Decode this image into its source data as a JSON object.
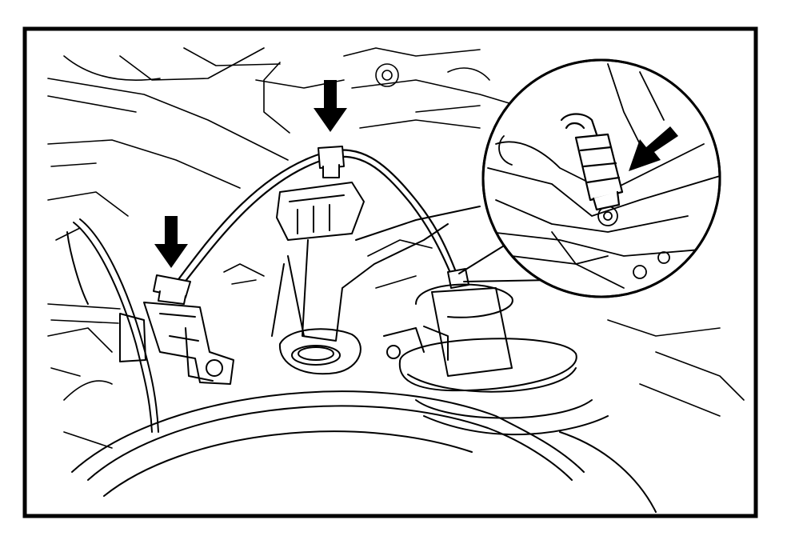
{
  "figure": {
    "kind": "line-art service illustration",
    "frame_color": "#000000",
    "line_color": "#000000",
    "background_color": "#ffffff",
    "callouts": [
      {
        "id": "clamp-left",
        "icon": "arrow-down"
      },
      {
        "id": "clamp-top",
        "icon": "arrow-down"
      },
      {
        "id": "connector-detail",
        "icon": "arrow-diagonal"
      }
    ],
    "detail_view": {
      "shape": "circle",
      "shows": "connector"
    }
  }
}
